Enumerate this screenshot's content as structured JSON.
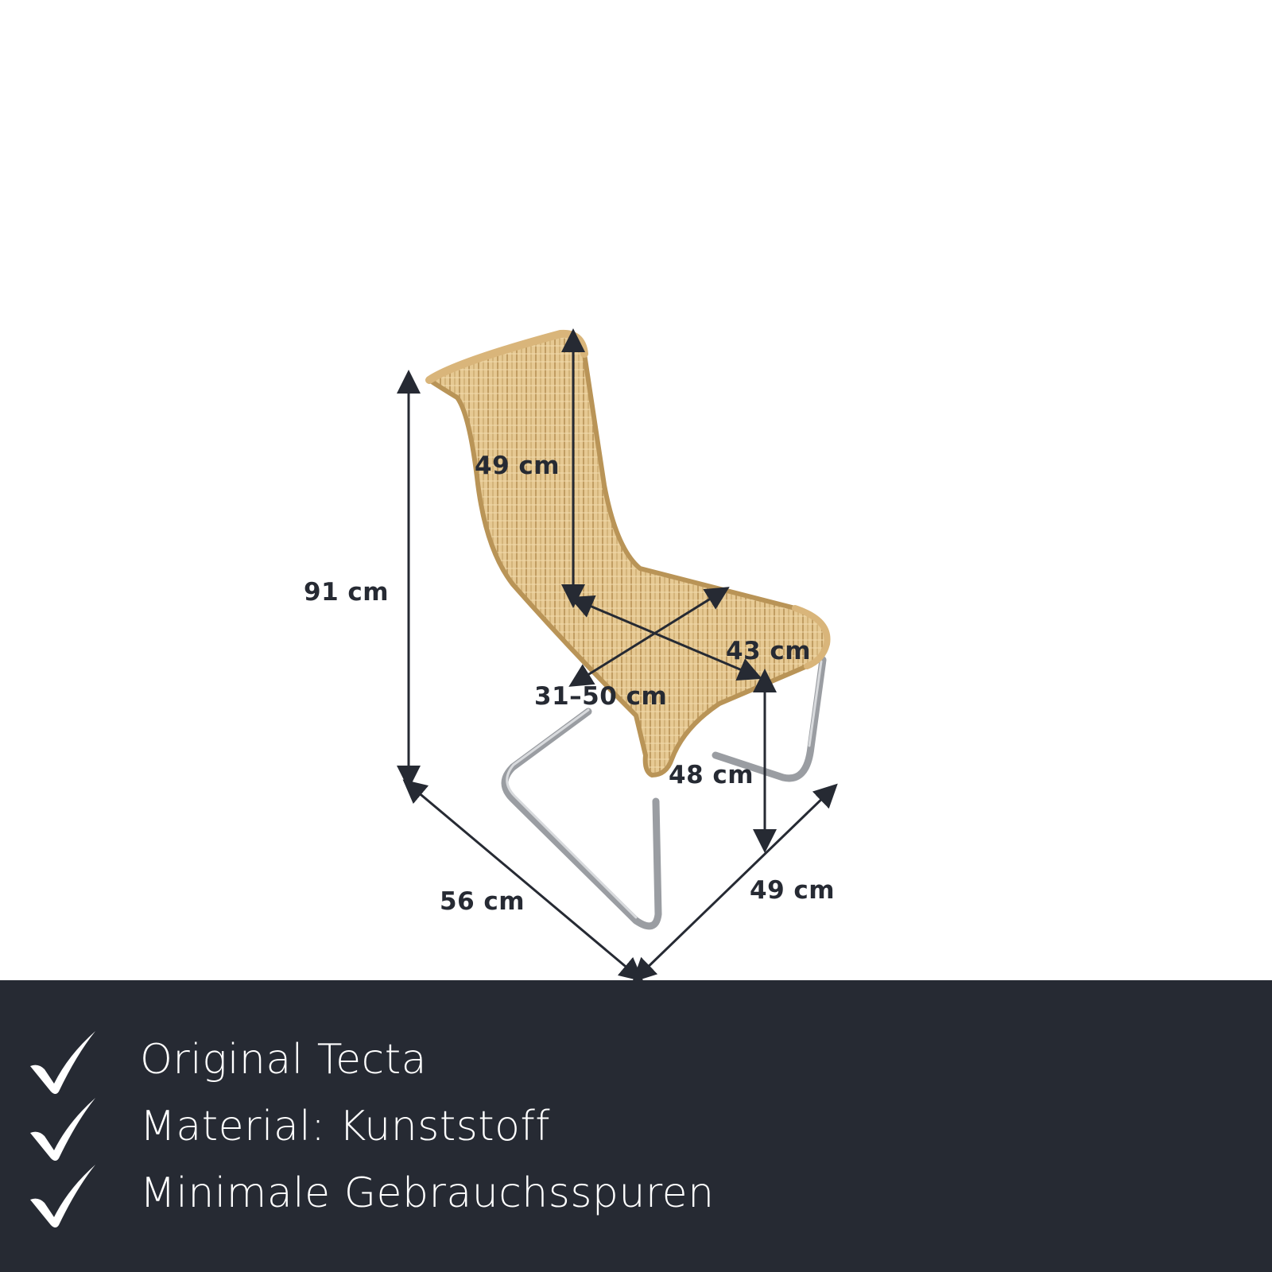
{
  "product": {
    "image_alt": "chair-photo",
    "colors": {
      "wicker": "#e3c48d",
      "wicker_dark": "#b99457",
      "frame": "#9a9da2",
      "dimension_line": "#262a33",
      "footer_bg": "#262a33",
      "footer_text": "#ffffff"
    }
  },
  "dimensions": {
    "total_height": "91 cm",
    "backrest_height": "49 cm",
    "seat_depth": "43 cm",
    "seat_width": "31–50 cm",
    "seat_height": "48 cm",
    "depth": "56 cm",
    "width": "49 cm"
  },
  "features": [
    {
      "icon": "checkmark-icon",
      "label": "Original Tecta"
    },
    {
      "icon": "checkmark-icon",
      "label": "Material: Kunststoff"
    },
    {
      "icon": "checkmark-icon",
      "label": "Minimale Gebrauchsspuren"
    }
  ]
}
